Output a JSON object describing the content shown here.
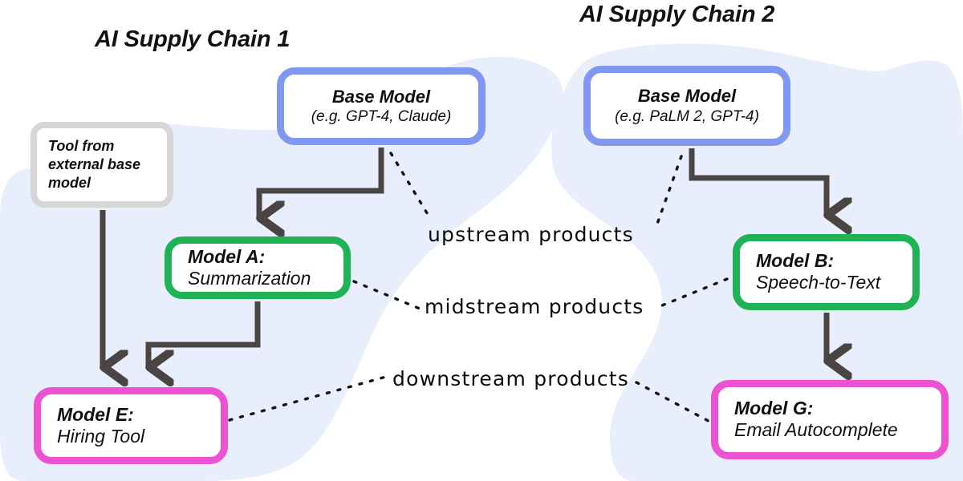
{
  "diagram": {
    "title_left": "AI Supply Chain 1",
    "title_right": "AI Supply Chain 2",
    "background_blob_color": "#e9eefc",
    "canvas_color": "#ffffff",
    "arrow_color": "#4a4442",
    "dashed_leader_color": "#111111"
  },
  "nodes": {
    "base_model_1": {
      "line1": "Base Model",
      "line2": "(e.g. GPT-4, Claude)",
      "border_color": "#8098f2",
      "tier": "upstream"
    },
    "base_model_2": {
      "line1": "Base Model",
      "line2": "(e.g. PaLM 2,  GPT-4)",
      "border_color": "#8098f2",
      "tier": "upstream"
    },
    "external_tool": {
      "line1": "Tool from external base model",
      "border_color": "#d6d6d6",
      "tier": "external"
    },
    "model_a": {
      "line1": "Model A:",
      "line2": "Summarization",
      "border_color": "#1fb355",
      "tier": "midstream"
    },
    "model_b": {
      "line1": "Model B:",
      "line2": "Speech-to-Text",
      "border_color": "#1fb355",
      "tier": "midstream"
    },
    "model_e": {
      "line1": "Model E:",
      "line2": "Hiring Tool",
      "border_color": "#ec52d2",
      "tier": "downstream"
    },
    "model_g": {
      "line1": "Model G:",
      "line2": "Email Autocomplete",
      "border_color": "#ec52d2",
      "tier": "downstream"
    }
  },
  "tier_labels": {
    "upstream": "upstream products",
    "midstream": "midstream products",
    "downstream": "downstream products"
  },
  "edges": [
    {
      "from": "base_model_1",
      "to": "model_a",
      "style": "solid-arrow"
    },
    {
      "from": "external_tool",
      "to": "model_e",
      "style": "solid-arrow"
    },
    {
      "from": "model_a",
      "to": "model_e",
      "style": "solid-arrow"
    },
    {
      "from": "base_model_2",
      "to": "model_b",
      "style": "solid-arrow"
    },
    {
      "from": "model_b",
      "to": "model_g",
      "style": "solid-arrow"
    }
  ],
  "leaders": [
    {
      "label": "upstream",
      "side": "left",
      "target": "base_model_1"
    },
    {
      "label": "upstream",
      "side": "right",
      "target": "base_model_2"
    },
    {
      "label": "midstream",
      "side": "left",
      "target": "model_a"
    },
    {
      "label": "midstream",
      "side": "right",
      "target": "model_b"
    },
    {
      "label": "downstream",
      "side": "left",
      "target": "model_e"
    },
    {
      "label": "downstream",
      "side": "right",
      "target": "model_g"
    }
  ]
}
